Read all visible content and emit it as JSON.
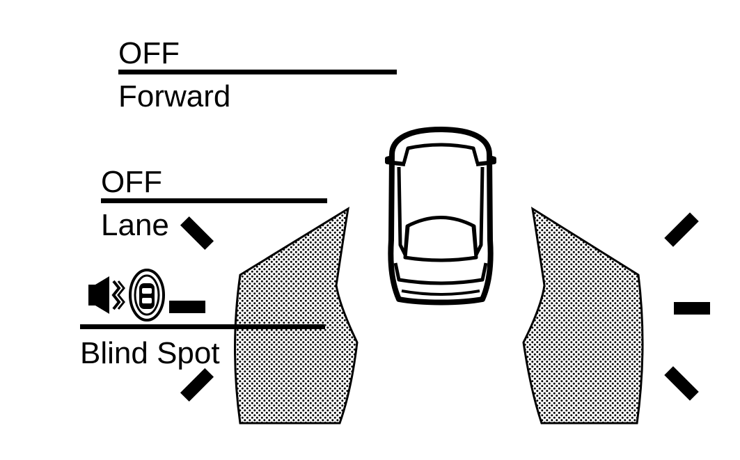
{
  "colors": {
    "ink": "#000000",
    "background": "#ffffff",
    "zone_fill": "dotted-black-on-white"
  },
  "forward": {
    "status": "OFF",
    "name": "Forward"
  },
  "lane": {
    "status": "OFF",
    "name": "Lane"
  },
  "blind_spot": {
    "name": "Blind Spot",
    "icons": [
      "speaker-muted-icon",
      "car-in-circle-icon"
    ]
  },
  "vehicle": {
    "icon": "car-top-view-icon"
  },
  "zones": [
    "left-blind-spot-zone",
    "right-blind-spot-zone"
  ],
  "indicators": [
    "warning-dash-icon"
  ]
}
